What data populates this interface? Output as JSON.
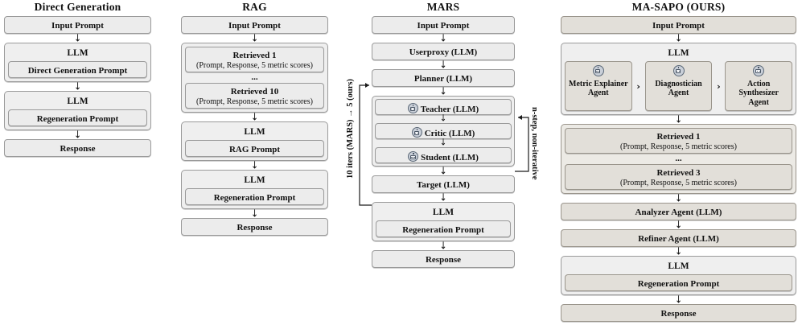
{
  "diagram": {
    "caption_common": {
      "input_prompt": "Input Prompt",
      "llm": "LLM",
      "response": "Response",
      "regeneration_prompt": "Regeneration Prompt",
      "retrieved_meta": "(Prompt, Response, 5 metric scores)",
      "ellipsis": "...",
      "arrow_glyph": "↓",
      "agent_arrow_glyph": "›"
    },
    "colors": {
      "neutral_fill": "#ececec",
      "neutral_group_fill": "#efefef",
      "warm_fill": "#e2dfd9",
      "warm_group_fill": "#eceae5",
      "border": "#9a9a9a",
      "warm_border": "#9a958c",
      "robot_badge": "#c9cfd8"
    },
    "columns": [
      {
        "id": "direct-generation",
        "title": "Direct Generation",
        "nodes": [
          {
            "type": "box",
            "label": "Input Prompt"
          },
          {
            "type": "group",
            "label": "LLM",
            "children": [
              {
                "label": "Direct Generation Prompt"
              }
            ]
          },
          {
            "type": "group",
            "label": "LLM",
            "children": [
              {
                "label": "Regeneration Prompt"
              }
            ]
          },
          {
            "type": "box",
            "label": "Response"
          }
        ]
      },
      {
        "id": "rag",
        "title": "RAG",
        "nodes": [
          {
            "type": "box",
            "label": "Input Prompt"
          },
          {
            "type": "retrieval-group",
            "items": [
              {
                "label": "Retrieved 1",
                "meta": "(Prompt, Response, 5 metric scores)"
              },
              {
                "label": "Retrieved 10",
                "meta": "(Prompt, Response, 5 metric scores)"
              }
            ]
          },
          {
            "type": "group",
            "label": "LLM",
            "children": [
              {
                "label": "RAG Prompt"
              }
            ]
          },
          {
            "type": "group",
            "label": "LLM",
            "children": [
              {
                "label": "Regeneration Prompt"
              }
            ]
          },
          {
            "type": "box",
            "label": "Response"
          }
        ]
      },
      {
        "id": "mars",
        "title": "MARS",
        "loop_label_left": "10 iters (MARS) → 5 (ours)",
        "loop_label_right": "n-step, non-iterative",
        "nodes": [
          {
            "type": "box",
            "label": "Input Prompt"
          },
          {
            "type": "box",
            "label": "Userproxy (LLM)"
          },
          {
            "type": "box",
            "label": "Planner (LLM)"
          },
          {
            "type": "agent-stack",
            "items": [
              {
                "label": "Teacher (LLM)",
                "icon": "robot-icon"
              },
              {
                "label": "Critic (LLM)",
                "icon": "robot-icon"
              },
              {
                "label": "Student (LLM)",
                "icon": "robot-icon"
              }
            ]
          },
          {
            "type": "box",
            "label": "Target (LLM)"
          },
          {
            "type": "group",
            "label": "LLM",
            "children": [
              {
                "label": "Regeneration Prompt"
              }
            ]
          },
          {
            "type": "box",
            "label": "Response"
          }
        ]
      },
      {
        "id": "ma-sapo",
        "title": "MA-SAPO (OURS)",
        "nodes": [
          {
            "type": "box",
            "label": "Input Prompt"
          },
          {
            "type": "agent-group",
            "label": "LLM",
            "agents": [
              {
                "line1": "Metric Explainer",
                "line2": "Agent",
                "icon": "robot-icon"
              },
              {
                "line1": "Diagnostician",
                "line2": "Agent",
                "icon": "robot-icon"
              },
              {
                "line1": "Action Synthesizer",
                "line2": "Agent",
                "icon": "robot-icon"
              }
            ]
          },
          {
            "type": "retrieval-group",
            "items": [
              {
                "label": "Retrieved 1",
                "meta": "(Prompt, Response, 5 metric scores)"
              },
              {
                "label": "Retrieved 3",
                "meta": "(Prompt, Response, 5 metric scores)"
              }
            ]
          },
          {
            "type": "box",
            "label": "Analyzer Agent (LLM)"
          },
          {
            "type": "box",
            "label": "Refiner Agent (LLM)"
          },
          {
            "type": "group",
            "label": "LLM",
            "children": [
              {
                "label": "Regeneration Prompt"
              }
            ]
          },
          {
            "type": "box",
            "label": "Response"
          }
        ]
      }
    ]
  }
}
